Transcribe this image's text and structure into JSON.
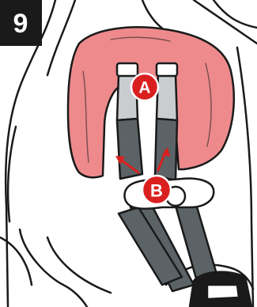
{
  "step": {
    "number": "9"
  },
  "callouts": [
    {
      "id": "A",
      "text": "A"
    },
    {
      "id": "B",
      "text": "B"
    }
  ],
  "colors": {
    "badge_bg": "#1a1a1a",
    "badge_text": "#ffffff",
    "outline": "#1a1a1a",
    "pad_fill": "#ee8a8c",
    "pad_highlight": "#f6b6b6",
    "strap_fill": "#5b6366",
    "strap_light": "#c9cdd0",
    "callout_fill": "#d9201f",
    "arrow": "#d9201f",
    "clip": "#ffffff"
  },
  "icons": {
    "strap_slot_icon": "harness-slot-icon",
    "direction_arrows": "arrow-up-icon",
    "chest_clip": "chest-clip-icon",
    "buckle": "buckle-icon"
  }
}
